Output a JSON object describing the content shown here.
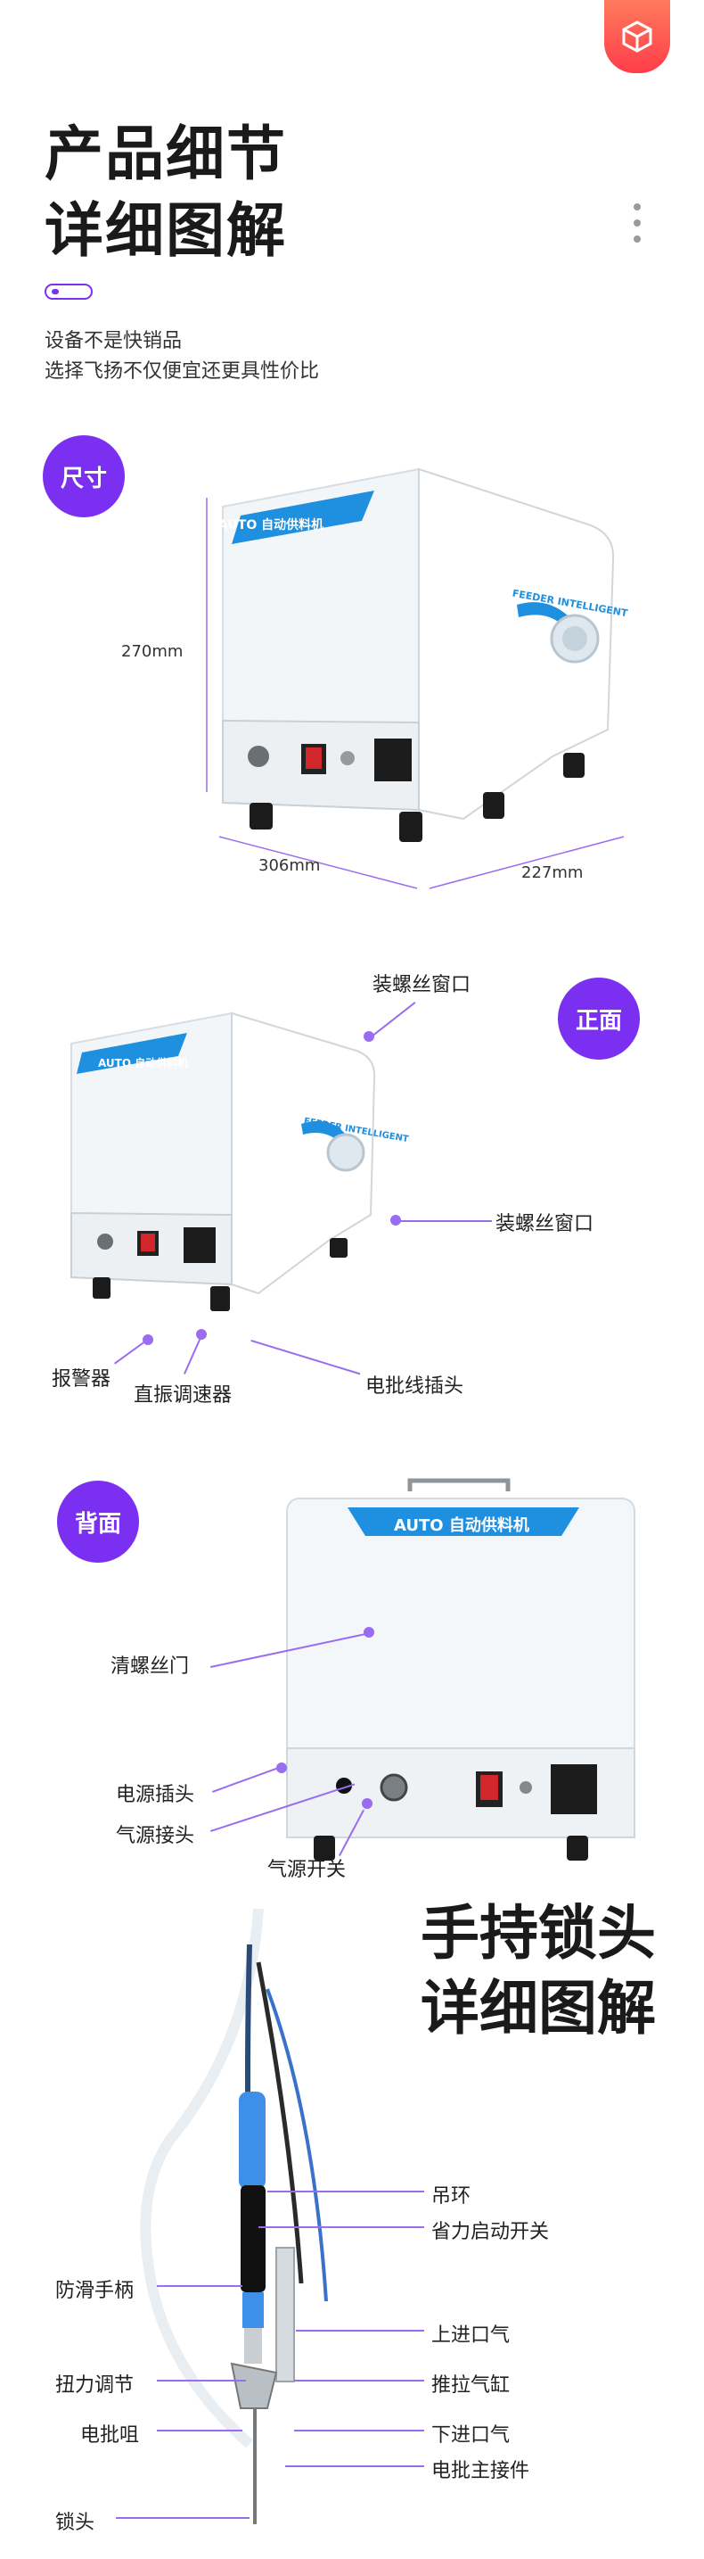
{
  "header": {
    "title_line1": "产品细节",
    "title_line2": "详细图解",
    "subtitle_line1": "设备不是快销品",
    "subtitle_line2": "选择飞扬不仅便宜还更具性价比"
  },
  "section_size": {
    "badge": "尺寸",
    "machine_label": "AUTO 自动供料机",
    "side_label": "FEEDER INTELLIGENT",
    "height_dim": "270mm",
    "width_dim": "306mm",
    "depth_dim": "227mm"
  },
  "section_front": {
    "badge": "正面",
    "machine_label": "AUTO 自动供料机",
    "side_label": "FEEDER INTELLIGENT",
    "callout_top": "装螺丝窗口",
    "callout_right": "装螺丝窗口",
    "callout_alarm": "报警器",
    "callout_vibration": "直振调速器",
    "callout_plug": "电批线插头"
  },
  "section_back": {
    "badge": "背面",
    "machine_label": "AUTO 自动供料机",
    "callout_door": "清螺丝门",
    "callout_power": "电源插头",
    "callout_air": "气源接头",
    "callout_switch": "气源开关"
  },
  "section_handheld": {
    "title_line1": "手持锁头",
    "title_line2": "详细图解",
    "callout_ring": "吊环",
    "callout_start": "省力启动开关",
    "callout_antislip": "防滑手柄",
    "callout_upper_air": "上进口气",
    "callout_torque": "扭力调节",
    "callout_cylinder": "推拉气缸",
    "callout_bit": "电批咀",
    "callout_lower_air": "下进口气",
    "callout_main": "电批主接件",
    "callout_head": "锁头"
  },
  "colors": {
    "accent": "#7b2ff0",
    "brand_blue": "#1f8fe0",
    "tag_red": "#ff3d4a"
  }
}
